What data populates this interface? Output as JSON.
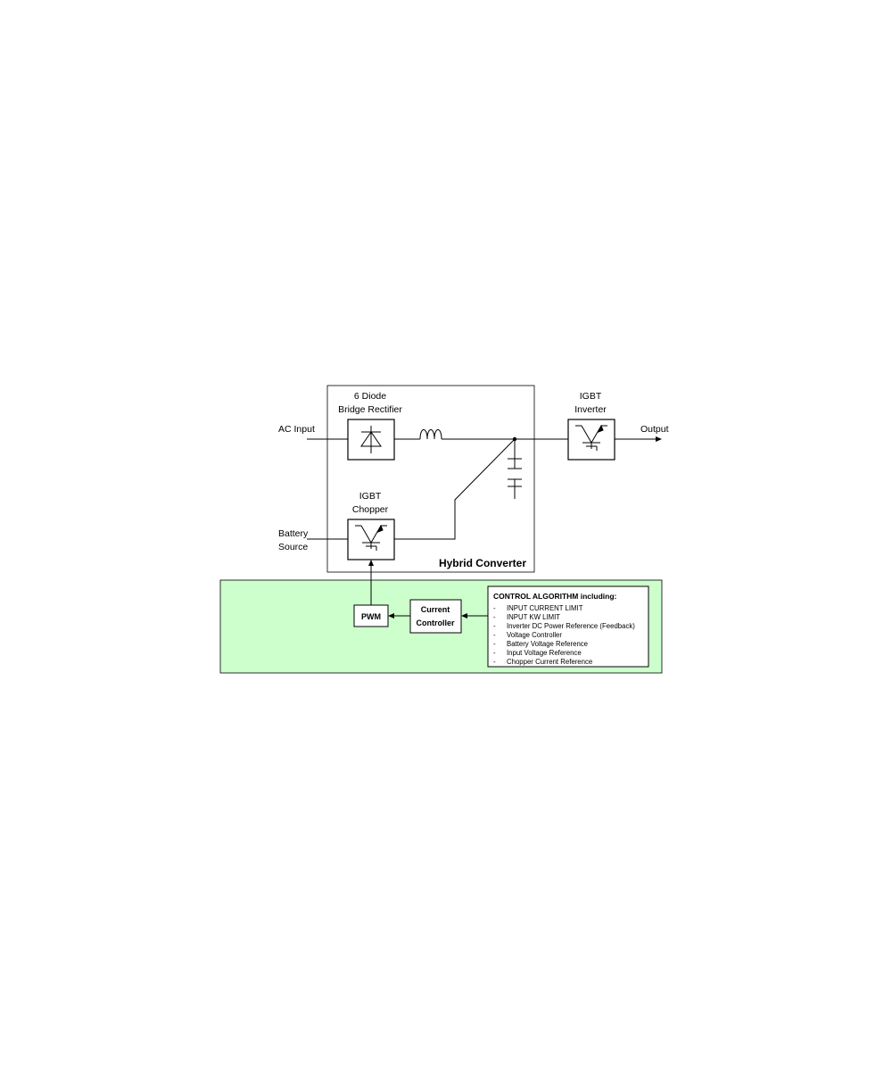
{
  "colors": {
    "control_panel_fill": "#ccffcc",
    "line": "#000000",
    "background": "#ffffff"
  },
  "labels": {
    "ac_input": "AC Input",
    "battery_line1": "Battery",
    "battery_line2": "Source",
    "output": "Output",
    "rectifier_line1": "6 Diode",
    "rectifier_line2": "Bridge Rectifier",
    "inverter_line1": "IGBT",
    "inverter_line2": "Inverter",
    "chopper_line1": "IGBT",
    "chopper_line2": "Chopper",
    "hybrid_converter": "Hybrid Converter",
    "pwm": "PWM",
    "current_controller_line1": "Current",
    "current_controller_line2": "Controller"
  },
  "control_algorithm": {
    "title": "CONTROL ALGORITHM including:",
    "bullet": "-",
    "items": [
      "INPUT CURRENT LIMIT",
      "INPUT KW LIMIT",
      "Inverter DC Power Reference (Feedback)",
      "Voltage Controller",
      "Battery Voltage Reference",
      "Input Voltage Reference",
      "Chopper Current Reference"
    ]
  },
  "icons": {
    "rectifier": "diode-icon",
    "inverter": "igbt-icon",
    "chopper": "igbt-icon",
    "inductor": "inductor-icon",
    "capacitor": "capacitor-icon"
  }
}
